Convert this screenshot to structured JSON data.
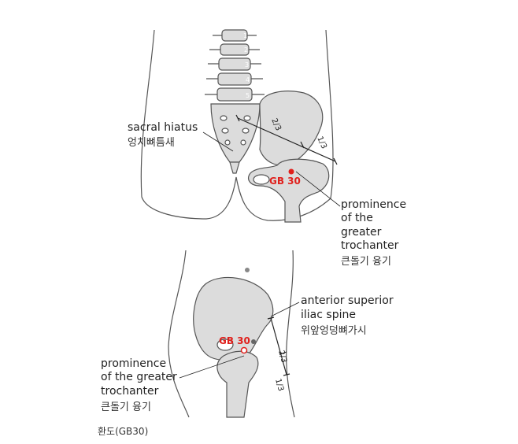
{
  "top_figure": {
    "sacral_hiatus_en": "sacral hiatus",
    "sacral_hiatus_ko": "엉치뼈틈새",
    "point_label": "GB 30",
    "trochanter_en_1": "prominence",
    "trochanter_en_2": "of the",
    "trochanter_en_3": "greater",
    "trochanter_en_4": "trochanter",
    "trochanter_ko": "큰돌기 융기",
    "frac_upper": "2/3",
    "frac_lower": "1/3",
    "vertebra_labels": [
      "1",
      "2",
      "3",
      "4",
      "5"
    ]
  },
  "bottom_figure": {
    "asis_en_1": "anterior superior",
    "asis_en_2": "iliac spine",
    "asis_ko": "위앞엉덩뼈가시",
    "point_label": "GB 30",
    "trochanter_en_1": "prominence",
    "trochanter_en_2": "of the greater",
    "trochanter_en_3": "trochanter",
    "trochanter_ko": "큰돌기 융기",
    "frac_upper": "2/3",
    "frac_lower": "1/3"
  },
  "caption": "환도(GB30)",
  "colors": {
    "bone": "#dcdcdc",
    "outline": "#555555",
    "point": "#e0201c"
  }
}
